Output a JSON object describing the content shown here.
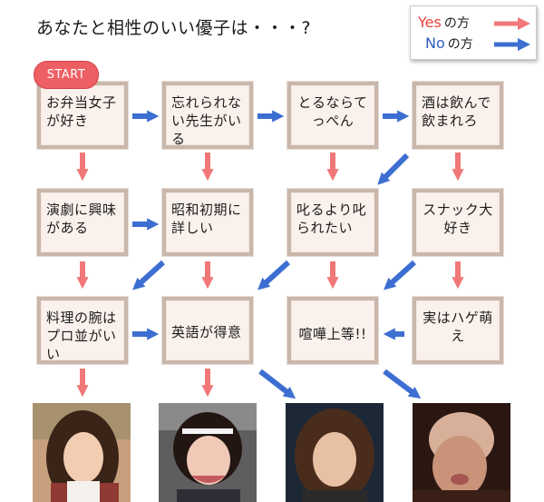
{
  "title": "あなたと相性のいい優子は・・・?",
  "legend": {
    "yes_key": "Yes",
    "yes_suffix": "の方",
    "no_key": "No",
    "no_suffix": "の方",
    "yes_color": "#e8403c",
    "no_color": "#2f5dbd"
  },
  "start_label": "START",
  "nodes": {
    "lunch_girl": "お弁当女子が好き",
    "teacher": "忘れられない先生がいる",
    "tenpen": "とるならてっぺん",
    "drinker": "酒は飲んで飲まれろ",
    "drama": "演劇に興味がある",
    "showa": "昭和初期に詳しい",
    "scolded": "叱るより叱られたい",
    "snack": "スナック大好き",
    "cooking": "料理の腕はプロ並がいい",
    "english": "英語が得意",
    "fight": "喧嘩上等!!",
    "bald": "実はハゲ萌え"
  },
  "results": [
    "result-portrait-1",
    "result-portrait-2",
    "result-portrait-3",
    "result-portrait-4"
  ]
}
